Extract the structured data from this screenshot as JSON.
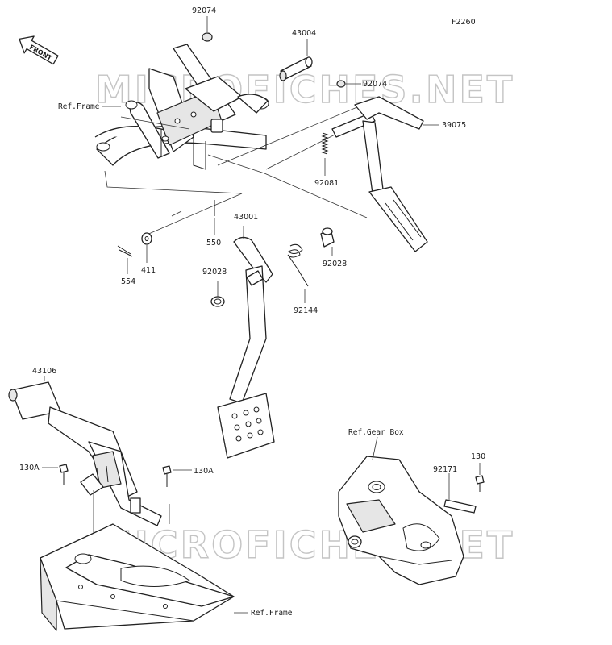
{
  "figure_code": "F2260",
  "front_badge": "FRONT",
  "watermark": "MICROFICHES.NET",
  "colors": {
    "ink": "#222222",
    "watermark": "#c4c4c4",
    "background": "#ffffff"
  },
  "callouts": {
    "p92074_top": "92074",
    "p43004": "43004",
    "p92074_mid": "92074",
    "p39075": "39075",
    "p92081": "92081",
    "ref_frame_top": "Ref.Frame",
    "p43001": "43001",
    "p550": "550",
    "p411": "411",
    "p554": "554",
    "p92028_left": "92028",
    "p92028_right": "92028",
    "p92144": "92144",
    "p43106": "43106",
    "p130A_left": "130A",
    "p130A_right": "130A",
    "ref_gearbox": "Ref.Gear Box",
    "p92171": "92171",
    "p130": "130",
    "ref_frame_bottom": "Ref.Frame"
  }
}
